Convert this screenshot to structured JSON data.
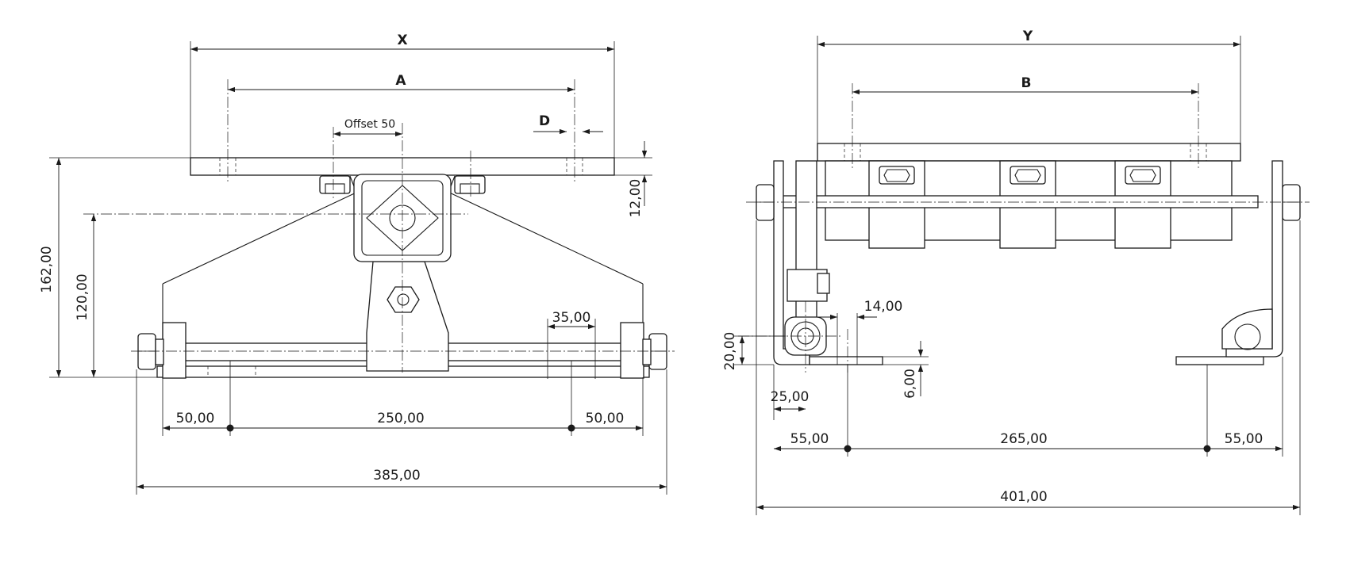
{
  "left_view": {
    "labels": {
      "X": "X",
      "A": "A",
      "D": "D",
      "offset": "Offset 50"
    },
    "dimensions": {
      "height_total": "162,00",
      "height_axis": "120,00",
      "plate_thickness": "12,00",
      "slot": "35,00",
      "left_margin": "50,00",
      "center_span": "250,00",
      "right_margin": "50,00",
      "overall_width": "385,00"
    }
  },
  "right_view": {
    "labels": {
      "Y": "Y",
      "B": "B"
    },
    "dimensions": {
      "bracket_offset": "14,00",
      "pin_height": "20,00",
      "foot_thickness": "6,00",
      "pin_offset": "25,00",
      "left_margin": "55,00",
      "center_span": "265,00",
      "right_margin": "55,00",
      "overall_width": "401,00"
    }
  }
}
